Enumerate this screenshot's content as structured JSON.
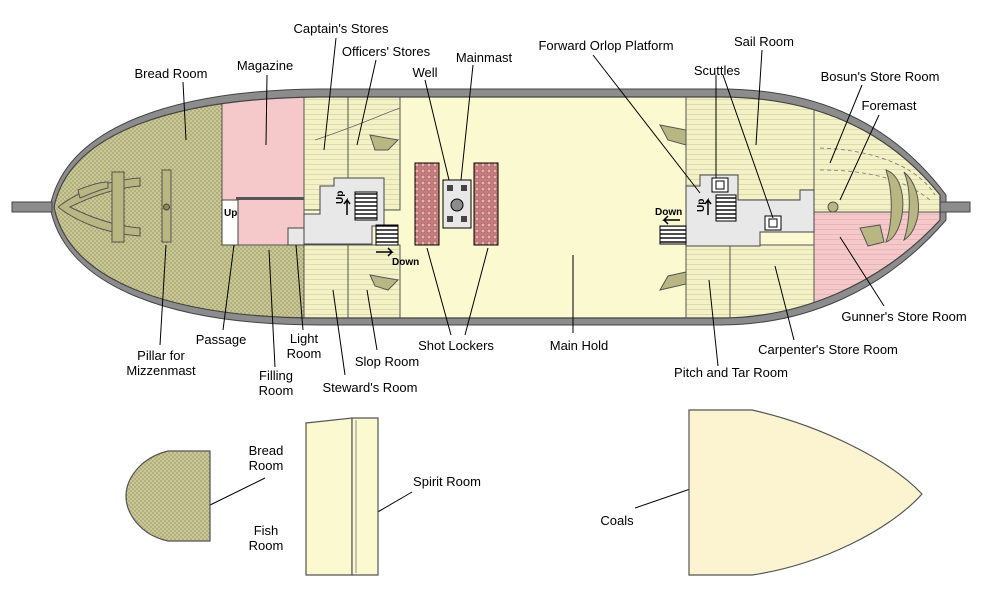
{
  "labels": {
    "bread_room": "Bread Room",
    "magazine": "Magazine",
    "captains_stores": "Captain's Stores",
    "officers_stores": "Officers' Stores",
    "well": "Well",
    "mainmast": "Mainmast",
    "forward_orlop_platform": "Forward Orlop Platform",
    "sail_room": "Sail Room",
    "scuttles": "Scuttles",
    "bosuns_store_room": "Bosun's Store Room",
    "foremast": "Foremast",
    "pillar_for_mizzenmast": "Pillar for Mizzenmast",
    "passage": "Passage",
    "light_room": "Light Room",
    "filling_room": "Filling Room",
    "stewards_room": "Steward's Room",
    "slop_room": "Slop Room",
    "shot_lockers": "Shot Lockers",
    "main_hold": "Main Hold",
    "pitch_and_tar_room": "Pitch and Tar Room",
    "carpenters_store_room": "Carpenter's Store Room",
    "gunners_store_room": "Gunner's Store Room",
    "bread_room_lower": "Bread Room",
    "fish_room": "Fish Room",
    "spirit_room": "Spirit Room",
    "coals": "Coals"
  },
  "markers": {
    "up": "Up",
    "down": "Down"
  },
  "colors": {
    "hull_outline": "#8c8c8c",
    "bread_room_fill": "#c9c895",
    "magazine_fill": "#f5c9c9",
    "store_fill": "#f3f2c7",
    "main_hold_fill": "#fbf9cf",
    "gunners_fill": "#f5c9c9",
    "shot_locker_fill": "#c77d7d",
    "coals_fill": "#fcf4d0",
    "passage_fill": "#e8e8e8"
  }
}
